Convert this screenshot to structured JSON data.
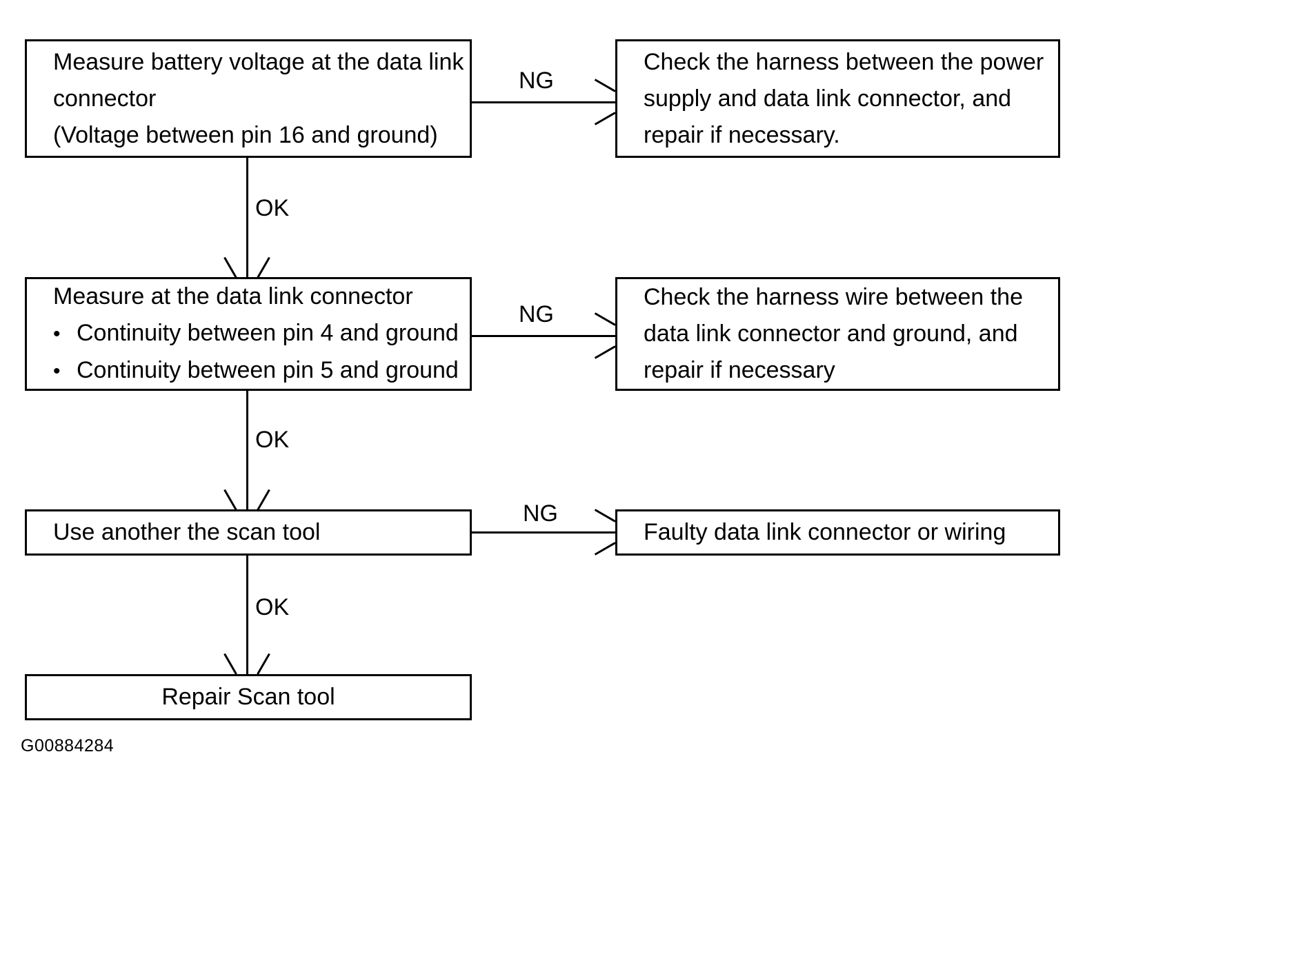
{
  "figure": {
    "id_label": "G00884284",
    "type": "troubleshooting-flowchart",
    "colors": {
      "background": "#ffffff",
      "stroke": "#000000",
      "text": "#000000"
    }
  },
  "nodes": {
    "step1": {
      "name": "measure-battery-voltage",
      "lines": [
        "Measure battery voltage at the data link",
        "connector",
        "(Voltage between pin 16 and ground)"
      ]
    },
    "step1_ng": {
      "name": "check-harness-power-supply",
      "lines": [
        "Check the harness between the power",
        "supply and data link connector, and",
        "repair if necessary."
      ]
    },
    "step2": {
      "name": "measure-at-data-link-connector",
      "heading": "Measure at the data link connector",
      "bullets": [
        "Continuity between pin 4 and ground",
        "Continuity between pin 5 and ground"
      ],
      "bullet_glyph": "•"
    },
    "step2_ng": {
      "name": "check-harness-wire-ground",
      "lines": [
        "Check the harness wire between the",
        "data link connector and ground, and",
        "repair if necessary"
      ]
    },
    "step3": {
      "name": "use-another-scan-tool",
      "lines": [
        "Use another the scan tool"
      ]
    },
    "step3_ng": {
      "name": "faulty-data-link-connector",
      "lines": [
        "Faulty data link connector or wiring"
      ]
    },
    "step4": {
      "name": "repair-scan-tool",
      "lines": [
        "Repair Scan tool"
      ]
    }
  },
  "edges": {
    "ng1": "NG",
    "ok1": "OK",
    "ng2": "NG",
    "ok2": "OK",
    "ng3": "NG",
    "ok3": "OK"
  }
}
